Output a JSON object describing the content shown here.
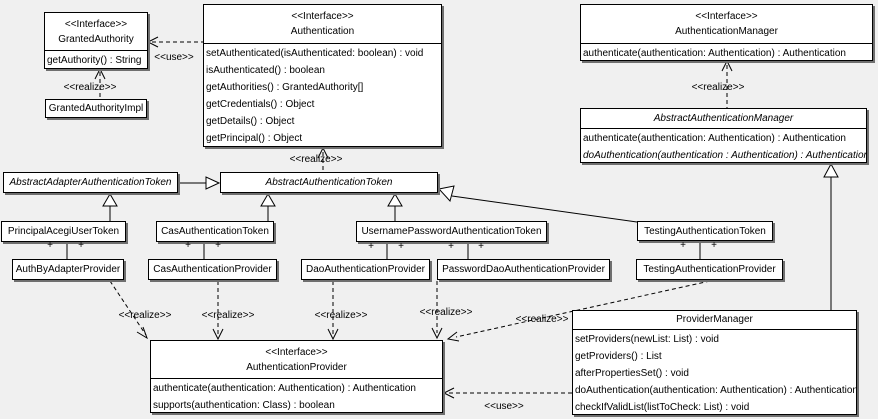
{
  "diagram": {
    "background_color": "#f0f0f0",
    "box_fill": "#ffffff",
    "line_color": "#000000",
    "shadow_color": "#6f6f6f"
  },
  "labels": {
    "use": "<<use>>",
    "realize": "<<realize>>",
    "plus": "+"
  },
  "classes": {
    "granted_authority": {
      "stereotype": "<<Interface>>",
      "name": "GrantedAuthority",
      "methods": [
        "getAuthority() : String"
      ]
    },
    "granted_authority_impl": {
      "name": "GrantedAuthorityImpl"
    },
    "authentication": {
      "stereotype": "<<Interface>>",
      "name": "Authentication",
      "methods": [
        "setAuthenticated(isAuthenticated: boolean) : void",
        "isAuthenticated() : boolean",
        "getAuthorities() : GrantedAuthority[]",
        "getCredentials() : Object",
        "getDetails() : Object",
        "getPrincipal() : Object"
      ]
    },
    "authentication_manager": {
      "stereotype": "<<Interface>>",
      "name": "AuthenticationManager",
      "methods": [
        "authenticate(authentication: Authentication) : Authentication"
      ]
    },
    "abstract_authentication_manager": {
      "name": "AbstractAuthenticationManager",
      "methods": [
        "authenticate(authentication: Authentication) : Authentication",
        "doAuthentication(authentication : Authentication) : Authentication"
      ]
    },
    "abstract_adapter_authentication_token": {
      "name": "AbstractAdapterAuthenticationToken"
    },
    "abstract_authentication_token": {
      "name": "AbstractAuthenticationToken"
    },
    "principal_acegi_user_token": {
      "name": "PrincipalAcegiUserToken"
    },
    "cas_authentication_token": {
      "name": "CasAuthenticationToken"
    },
    "username_password_authentication_token": {
      "name": "UsernamePasswordAuthenticationToken"
    },
    "testing_authentication_token": {
      "name": "TestingAuthenticationToken"
    },
    "auth_by_adapter_provider": {
      "name": "AuthByAdapterProvider"
    },
    "cas_authentication_provider": {
      "name": "CasAuthenticationProvider"
    },
    "dao_authentication_provider": {
      "name": "DaoAuthenticationProvider"
    },
    "password_dao_authentication_provider": {
      "name": "PasswordDaoAuthenticationProvider"
    },
    "testing_authentication_provider": {
      "name": "TestingAuthenticationProvider"
    },
    "authentication_provider": {
      "stereotype": "<<Interface>>",
      "name": "AuthenticationProvider",
      "methods": [
        "authenticate(authentication: Authentication) : Authentication",
        "supports(authentication: Class) : boolean"
      ]
    },
    "provider_manager": {
      "name": "ProviderManager",
      "methods": [
        "setProviders(newList: List) : void",
        "getProviders() : List",
        "afterPropertiesSet() : void",
        "doAuthentication(authentication: Authentication) : Authentication",
        "checkIfValidList(listToCheck: List) : void"
      ]
    }
  }
}
